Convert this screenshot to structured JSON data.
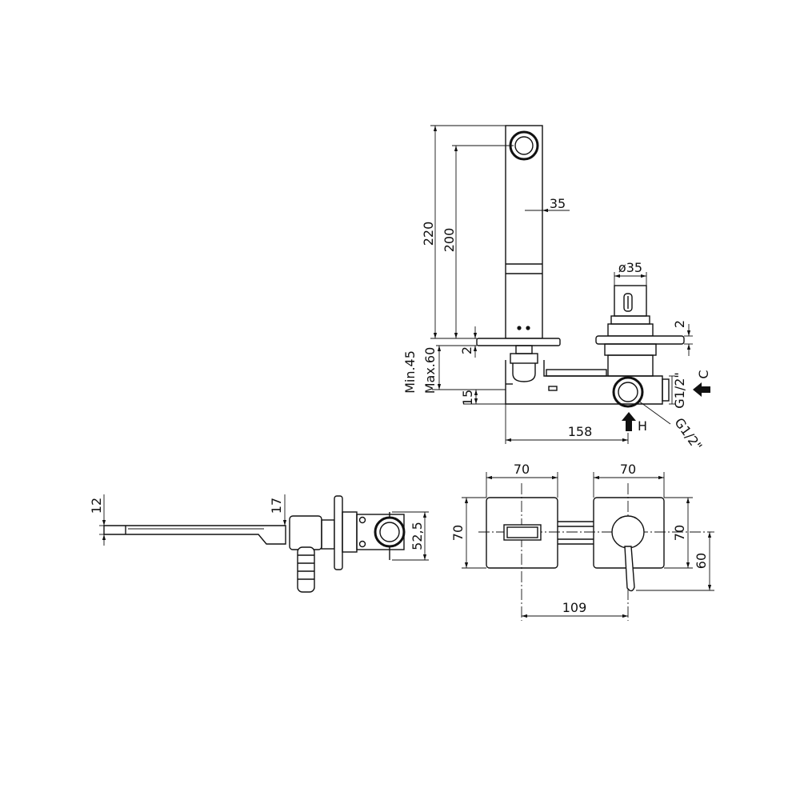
{
  "elevation": {
    "dim_220": "220",
    "dim_200": "200",
    "dim_35": "35",
    "dim_handle_diameter": "ø35",
    "dim_plate_right": "2",
    "dim_plate_left": "2",
    "min_depth": "Min.45",
    "max_depth": "Max.60",
    "dim_15": "15",
    "dim_158": "158",
    "thread_cold": "G1/2\"",
    "thread_hot": "G1/2\"",
    "cold_label": "C",
    "hot_label": "H"
  },
  "side_view": {
    "dim_12": "12",
    "dim_17": "17",
    "dim_52_5": "52,5"
  },
  "front_view": {
    "dim_width_spout_plate": "70",
    "dim_width_mixer_plate": "70",
    "dim_height_left": "70",
    "dim_height_right": "70",
    "dim_60": "60",
    "dim_109": "109"
  },
  "icons": {
    "cold_inlet": "arrow-left-icon",
    "hot_inlet": "arrow-up-icon"
  }
}
